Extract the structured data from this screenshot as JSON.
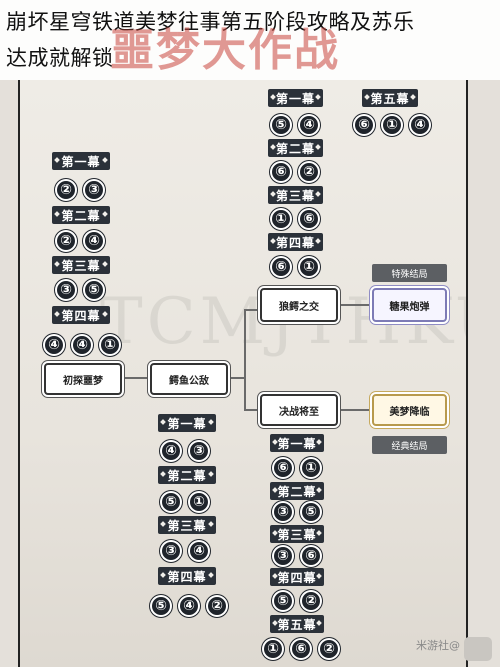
{
  "title": {
    "line1": "崩坏星穹铁道美梦往事第五阶段攻略及苏乐",
    "line2": "达成就解锁"
  },
  "banner_text": "噩梦大作战",
  "nodes": {
    "start": "初探噩梦",
    "merge": "鳄鱼公敌",
    "branch_top": "狼鳄之交",
    "branch_bottom": "决战将至",
    "ending_special": "糖果炮弹",
    "ending_classic": "美梦降临"
  },
  "tags": {
    "special": "特殊结局",
    "classic": "经典结局"
  },
  "left_group": {
    "acts": [
      {
        "label": "第一幕",
        "codes": [
          "②",
          "③"
        ]
      },
      {
        "label": "第二幕",
        "codes": [
          "②",
          "④"
        ]
      },
      {
        "label": "第三幕",
        "codes": [
          "③",
          "⑤"
        ]
      },
      {
        "label": "第四幕",
        "codes": [
          "④",
          "④",
          "①"
        ]
      }
    ]
  },
  "top_group": {
    "acts": [
      {
        "label": "第一幕",
        "codes": [
          "⑤",
          "④"
        ]
      },
      {
        "label": "第二幕",
        "codes": [
          "⑥",
          "②"
        ]
      },
      {
        "label": "第三幕",
        "codes": [
          "①",
          "⑥"
        ]
      },
      {
        "label": "第四幕",
        "codes": [
          "⑥",
          "①"
        ]
      }
    ]
  },
  "top_right_group": {
    "acts": [
      {
        "label": "第五幕",
        "codes": [
          "⑥",
          "①",
          "④"
        ]
      }
    ]
  },
  "middle_group": {
    "acts": [
      {
        "label": "第一幕",
        "codes": [
          "④",
          "③"
        ]
      },
      {
        "label": "第二幕",
        "codes": [
          "⑤",
          "①"
        ]
      },
      {
        "label": "第三幕",
        "codes": [
          "③",
          "④"
        ]
      },
      {
        "label": "第四幕",
        "codes": [
          "⑤",
          "④",
          "②"
        ]
      }
    ]
  },
  "bottom_group": {
    "acts": [
      {
        "label": "第一幕",
        "codes": [
          "⑥",
          "①"
        ]
      },
      {
        "label": "第二幕",
        "codes": [
          "③",
          "⑤"
        ]
      },
      {
        "label": "第三幕",
        "codes": [
          "③",
          "⑥"
        ]
      },
      {
        "label": "第四幕",
        "codes": [
          "⑤",
          "②"
        ]
      },
      {
        "label": "第五幕",
        "codes": [
          "①",
          "⑥",
          "②"
        ]
      }
    ]
  },
  "watermark": "米游社@",
  "colors": {
    "act_bg": "#2b3139",
    "code_bg": "#1f242b",
    "special_accent": "#8f8cc4",
    "classic_accent": "#c6a95d",
    "banner": "#c8463c"
  }
}
